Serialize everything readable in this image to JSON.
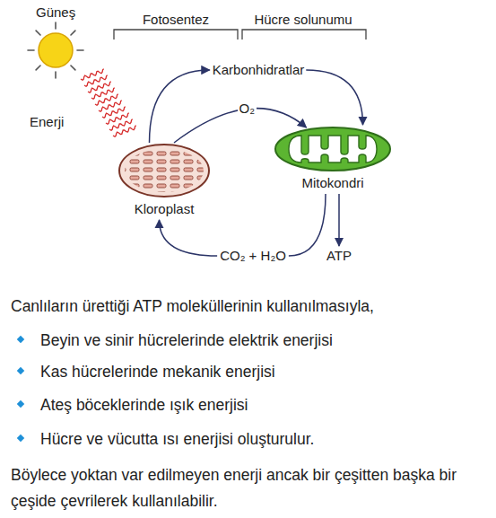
{
  "diagram": {
    "nodes": [
      {
        "text": [
          "Kloroplast"
        ]
      },
      {
        "text": [
          "Karbonhidratlar"
        ]
      },
      {
        "text": [
          "Mitokondri"
        ]
      },
      {
        "text": [
          "CO₂ + H₂O"
        ]
      },
      {
        "text": [
          "ATP"
        ]
      }
    ],
    "edges": [
      {
        "from": 0,
        "to": 1,
        "arrow": "to"
      },
      {
        "from": 1,
        "to": 2,
        "arrow": "to"
      },
      {
        "from": 0,
        "to": 2,
        "label": "O₂",
        "arrow": "to"
      },
      {
        "from": 2,
        "to": 3,
        "arrow": "none"
      },
      {
        "from": 3,
        "to": 0,
        "arrow": "to"
      },
      {
        "from": 2,
        "to": 4,
        "arrow": "to"
      }
    ],
    "labels": [
      "Güneş",
      "Enerji",
      "Fotosentez",
      "Hücre solunumu",
      "Canlıların ürettiği ATP moleküllerinin kullanılmasıyla,",
      "Beyin ve sinir hücrelerinde elektrik enerjisi",
      "Kas hücrelerinde mekanik enerjisi",
      "Ateş böceklerinde ışık enerjisi",
      "Hücre ve vücutta ısı enerjisi oluşturulur.",
      "Böylece yoktan var edilmeyen enerji ancak bir çeşitten başka bir çeşide çevrilerek kullanılabilir."
    ]
  }
}
